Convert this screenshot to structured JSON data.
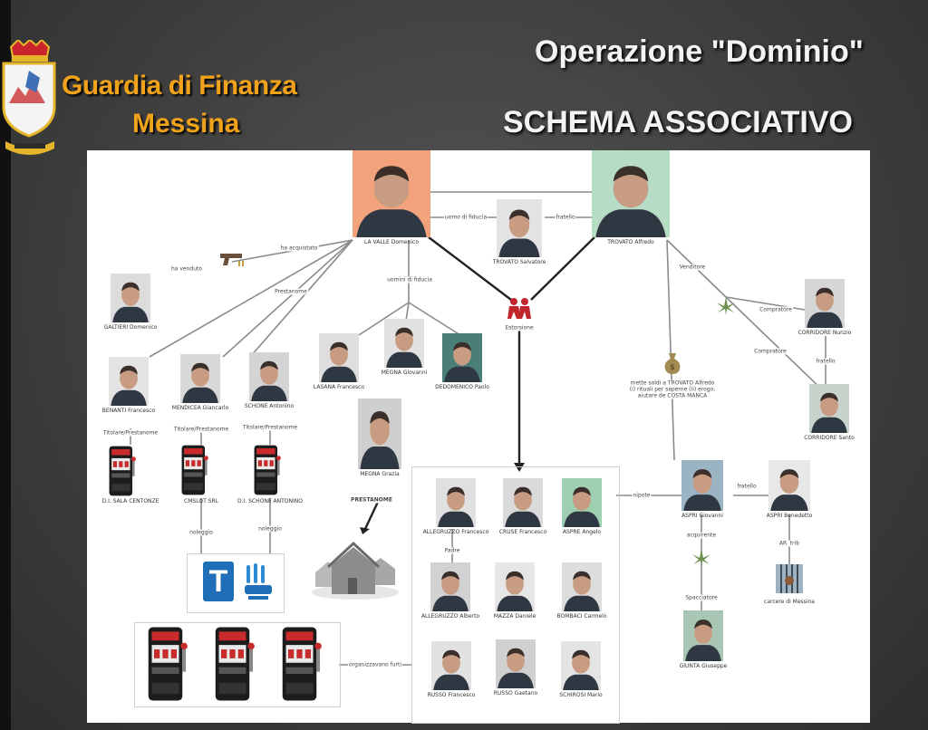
{
  "header": {
    "org_line1": "Guardia di Finanza",
    "org_line2": "Messina",
    "title": "Operazione \"Dominio\"",
    "subtitle": "SCHEMA ASSOCIATIVO"
  },
  "people": [
    {
      "id": "la-valle-domenico",
      "name": "LA VALLE Domenico",
      "bg": "#f3a37b"
    },
    {
      "id": "trovato-alfredo",
      "name": "TROVATO Alfredo",
      "bg": "#b7dcc6"
    },
    {
      "id": "trovato-salvatore",
      "name": "TROVATO Salvatore",
      "bg": "#e3e3e3"
    },
    {
      "id": "galtieri-domenico",
      "name": "GALTIERI Domenico",
      "bg": "#dcdcdc"
    },
    {
      "id": "benanti-francesco",
      "name": "BENANTI Francesco",
      "bg": "#e4e4e4"
    },
    {
      "id": "mendicea-giancarlo",
      "name": "MENDICEA Giancarlo",
      "bg": "#d8d8d8"
    },
    {
      "id": "schone-antonino",
      "name": "SCHONE Antonino",
      "bg": "#d4d4d4"
    },
    {
      "id": "lasana-francesco",
      "name": "LASANA Francesco",
      "bg": "#dedede"
    },
    {
      "id": "megna-giovanni",
      "name": "MEGNA Giovanni",
      "bg": "#e2e2e2"
    },
    {
      "id": "dedomenico-paolo",
      "name": "DEDOMENICO Paolo",
      "bg": "#4a7f78"
    },
    {
      "id": "megna-grazia",
      "name": "MEGNA Grazia",
      "bg": "#cfcfcf"
    },
    {
      "id": "corridore-nunzio",
      "name": "CORRIDORE Nunzio",
      "bg": "#d6d6d6"
    },
    {
      "id": "corridore-santo",
      "name": "CORRIDORE Santo",
      "bg": "#c8d3cc"
    },
    {
      "id": "aspri-giovanni",
      "name": "ASPRI Giovanni",
      "bg": "#9bb4c4"
    },
    {
      "id": "aspri-benedetto",
      "name": "ASPRI Benedetto",
      "bg": "#e8e8e8"
    },
    {
      "id": "giunta-giuseppe",
      "name": "GIUNTA Giuseppe",
      "bg": "#a9c6b4"
    },
    {
      "id": "allegruzzo-francesco",
      "name": "ALLEGRUZZO Francesco",
      "bg": "#e0e0e0"
    },
    {
      "id": "cruse-francesco",
      "name": "CRUSE Francesco",
      "bg": "#dadada"
    },
    {
      "id": "aspre-angelo",
      "name": "ASPRE Angelo",
      "bg": "#9ecfb0"
    },
    {
      "id": "allegruzzo-alberto",
      "name": "ALLEGRUZZO Alberto",
      "bg": "#d2d2d2"
    },
    {
      "id": "mazza-daniele",
      "name": "MAZZA Daniele",
      "bg": "#e6e6e6"
    },
    {
      "id": "bombaci-carmelo",
      "name": "BOMBACI Carmelo",
      "bg": "#dddddd"
    },
    {
      "id": "russo-francesco",
      "name": "RUSSO Francesco",
      "bg": "#e2e2e2"
    },
    {
      "id": "russo-gaetano",
      "name": "RUSSO Gaetano",
      "bg": "#d0d0d0"
    },
    {
      "id": "schirosi-mario",
      "name": "SCHIROSI Mario",
      "bg": "#e4e4e4"
    }
  ],
  "businesses": [
    {
      "id": "sala-centonze",
      "name": "D.I. SALA CENTONZE"
    },
    {
      "id": "cmslot",
      "name": "CMSLOT SRL"
    },
    {
      "id": "schone-antonino-ditta",
      "name": "D.I. SCHONE ANTONINO"
    }
  ],
  "relations": {
    "uomo_di_fiducia_top": "uomo di fiducia",
    "fratello_top": "fratello",
    "ha_acquistato": "ha acquistato",
    "ha_venduto": "ha venduto",
    "prestanome_1": "Prestanome",
    "uomini_di_fiducia": "uomini di fiducia",
    "estorsione": "Estorsione",
    "venditore": "Venditore",
    "compratore_1": "Compratore",
    "compratore_2": "Compratore",
    "fratello_corridore": "fratello",
    "titolare_1": "Titolare/Prestanome",
    "titolare_2": "Titolare/Prestanome",
    "titolare_3": "Titolare/Prestanome",
    "noleggio_1": "noleggio",
    "noleggio_2": "noleggio",
    "prestanome_2": "PRESTANOME",
    "aspri_note": "mette soldi a TROVATO Alfredo (i) rituali per saperne (ii) erogo, aiutare de COSTA MANCA",
    "nipote": "nipote",
    "fratello_aspri": "fratello",
    "acquirente": "acquirente",
    "spacciatore": "Spacciatore",
    "padre": "Padre",
    "organizzavano_furti": "organizzavano furti",
    "arresto": "AR. trib",
    "carcere": "carcere di Messina"
  },
  "colors": {
    "background": "#3f3f3f",
    "org_text": "#f0a21a",
    "title_text": "#f3f3f3",
    "board": "#ffffff",
    "connector": "#7a7a7a",
    "connector_bold": "#222222"
  }
}
